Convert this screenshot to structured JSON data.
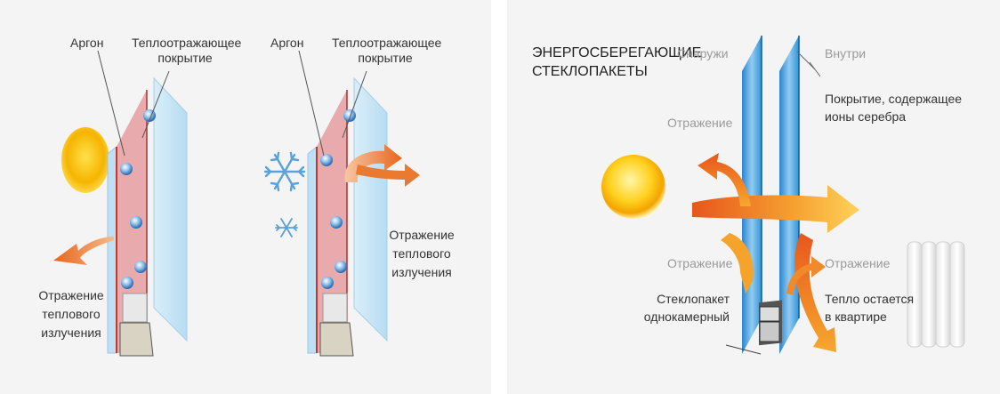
{
  "left_panel": {
    "unit_left": {
      "argon": "Аргон",
      "coating_line1": "Теплоотражающее",
      "coating_line2": "покрытие",
      "reflection_line1": "Отражение",
      "reflection_line2": "теплового",
      "reflection_line3": "излучения",
      "icon": "sun-icon"
    },
    "unit_right": {
      "argon": "Аргон",
      "coating_line1": "Теплоотражающее",
      "coating_line2": "покрытие",
      "reflection_line1": "Отражение",
      "reflection_line2": "теплового",
      "reflection_line3": "излучения",
      "icon": "snowflake-icon"
    }
  },
  "right_panel": {
    "title_line1": "ЭНЕРГОСБЕРЕГАЮЩИЕ",
    "title_line2": "СТЕКЛОПАКЕТЫ",
    "outside": "Снаружи",
    "inside": "Внутри",
    "coating_line1": "Покрытие, содержащее",
    "coating_line2": "ионы серебра",
    "reflection_top": "Отражение",
    "reflection_bottom_left": "Отражение",
    "reflection_bottom_right": "Отражение",
    "unit_line1": "Стеклопакет",
    "unit_line2": "однокамерный",
    "heat_line1": "Тепло остается",
    "heat_line2": "в квартире",
    "icons": [
      "sun-icon",
      "radiator-icon"
    ]
  },
  "colors": {
    "coating": "#e8908f",
    "glass": "#cde7f7",
    "arrow": "#ee7a2a",
    "sun": "#f5b400",
    "blue_glass": "#2a8fd6"
  }
}
